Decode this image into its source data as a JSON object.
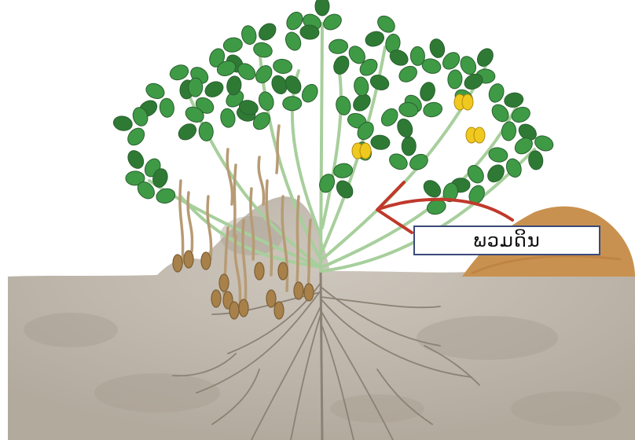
{
  "label": {
    "text": "ພວມດິນ"
  },
  "colors": {
    "soil": "#c2bbb1",
    "soil_dark": "#a59c90",
    "mound": "#c9914f",
    "leaf": "#3f9a46",
    "leaf_dark": "#2e7a35",
    "stem": "#a7cf9c",
    "peg": "#b79b74",
    "pod": "#a8814a",
    "flower": "#f0c91f",
    "root": "#8b8174",
    "arrow": "#c0392b",
    "box_border": "#3b4a7a"
  },
  "icons": [
    "peanut-plant-illustration",
    "red-arrow"
  ]
}
